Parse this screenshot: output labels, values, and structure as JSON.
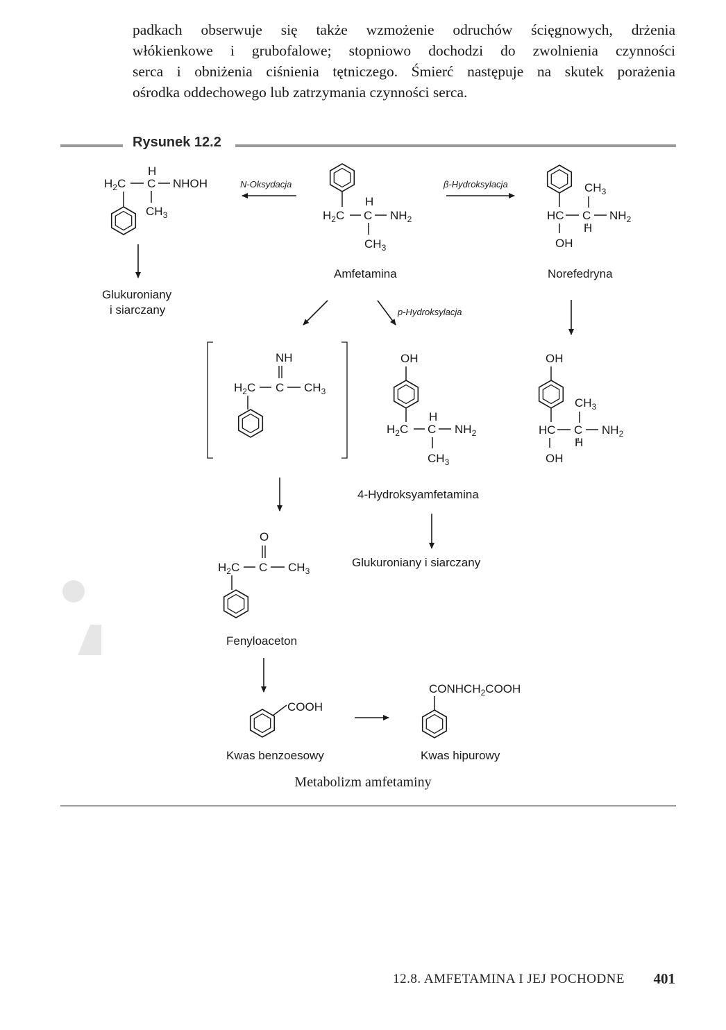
{
  "paragraph": {
    "lines": [
      "padkach obserwuje się także wzmożenie odruchów ścięgnowych, drżenia",
      "włókienkowe i grubofalowe; stopniowo dochodzi do zwolnienia czynności",
      "serca i obniżenia ciśnienia tętniczego. Śmierć następuje na skutek porażenia",
      "ośrodka oddechowego lub zatrzymania czynności serca."
    ]
  },
  "figure": {
    "label": "Rysunek 12.2",
    "caption": "Metabolizm amfetaminy",
    "reactions": {
      "n_oxidation": "N-Oksydacja",
      "beta_hydroxylation": "β-Hydroksylacja",
      "p_hydroxylation": "p-Hydroksylacja"
    },
    "compounds": {
      "amphetamine": "Amfetamina",
      "norephedrine": "Norefedryna",
      "hydroxyamphetamine": "4-Hydroksyamfetamina",
      "phenylacetone": "Fenyloaceton",
      "benzoic_acid": "Kwas benzoesowy",
      "hippuric_acid": "Kwas hipurowy",
      "conj_left": [
        "Glukuroniany",
        "i siarczany"
      ],
      "conj_mid": "Glukuroniany i siarczany"
    },
    "atoms": {
      "H": "H",
      "C": "C",
      "CH": "CH",
      "NHOH": "NHOH",
      "NH": "NH",
      "HC": "HC",
      "OH": "OH",
      "O": "O",
      "NH2_base": "NH",
      "H2C_base": "H",
      "COOH": "COOH",
      "CONH": "CONHCH",
      "COOH2": "COOH",
      "CH3_base": "CH",
      "sub2": "2",
      "sub3": "3"
    }
  },
  "footer": {
    "section": "12.8. AMFETAMINA I JEJ POCHODNE",
    "page": "401"
  }
}
